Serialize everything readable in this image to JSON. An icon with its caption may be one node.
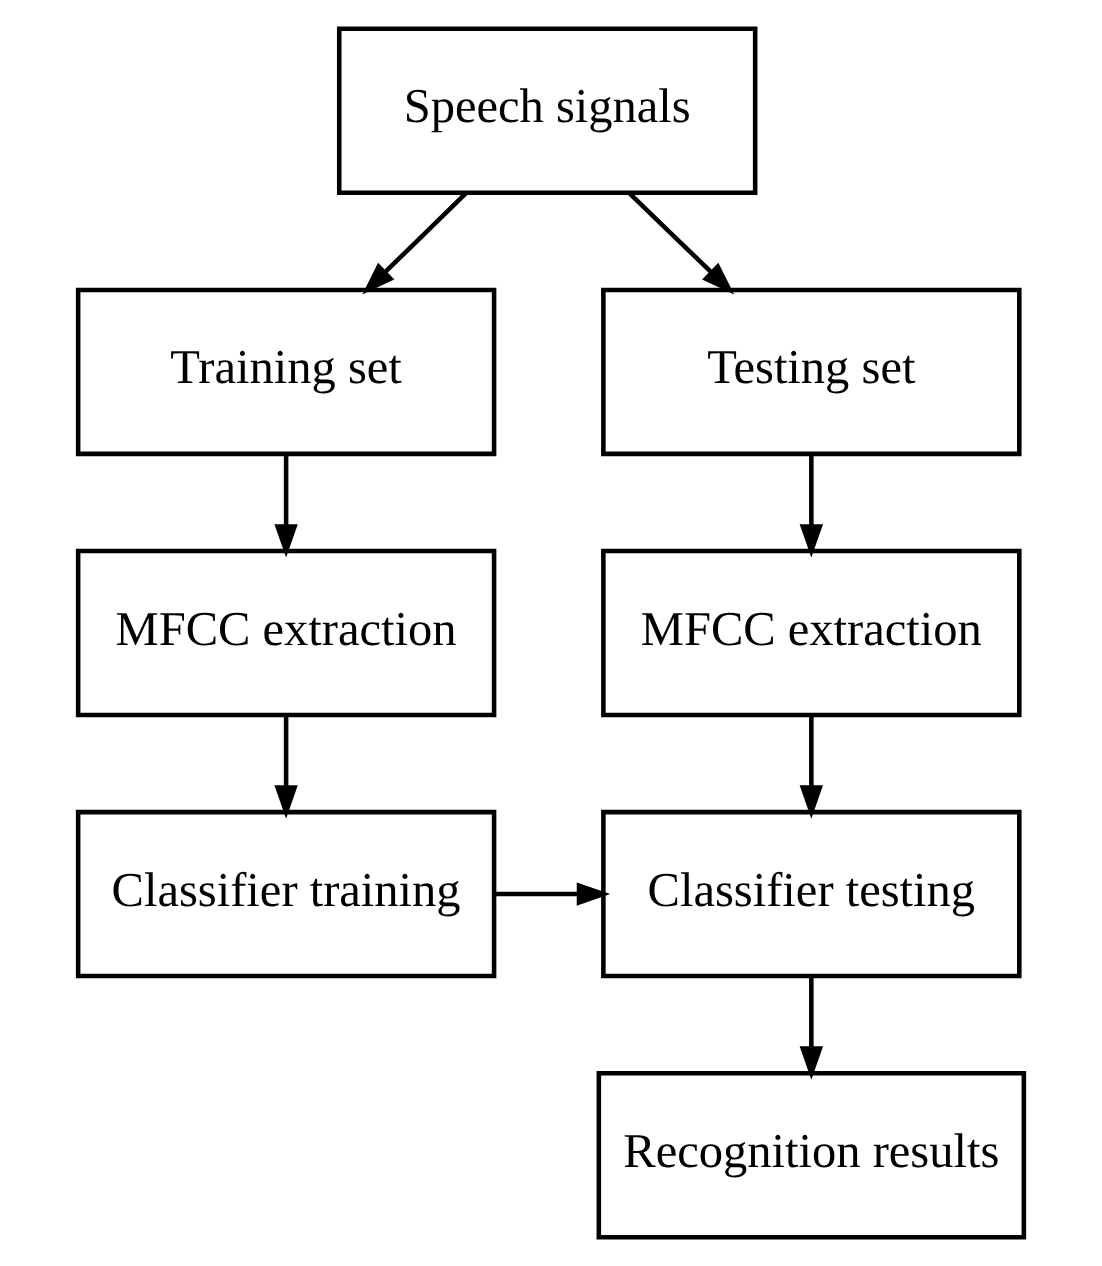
{
  "diagram": {
    "nodes": [
      {
        "text": [
          "Speech signals"
        ]
      },
      {
        "text": [
          "Training set"
        ]
      },
      {
        "text": [
          "Testing set"
        ]
      },
      {
        "text": [
          "MFCC extraction"
        ]
      },
      {
        "text": [
          "MFCC extraction"
        ]
      },
      {
        "text": [
          "Classifier training"
        ]
      },
      {
        "text": [
          "Classifier testing"
        ]
      },
      {
        "text": [
          "Recognition results"
        ]
      }
    ],
    "edges": [
      {
        "from": 0,
        "to": 1,
        "arrow": "to"
      },
      {
        "from": 0,
        "to": 2,
        "arrow": "to"
      },
      {
        "from": 1,
        "to": 3,
        "arrow": "to"
      },
      {
        "from": 2,
        "to": 4,
        "arrow": "to"
      },
      {
        "from": 3,
        "to": 5,
        "arrow": "to"
      },
      {
        "from": 4,
        "to": 6,
        "arrow": "to"
      },
      {
        "from": 5,
        "to": 6,
        "arrow": "to"
      },
      {
        "from": 6,
        "to": 7,
        "arrow": "to"
      }
    ]
  }
}
